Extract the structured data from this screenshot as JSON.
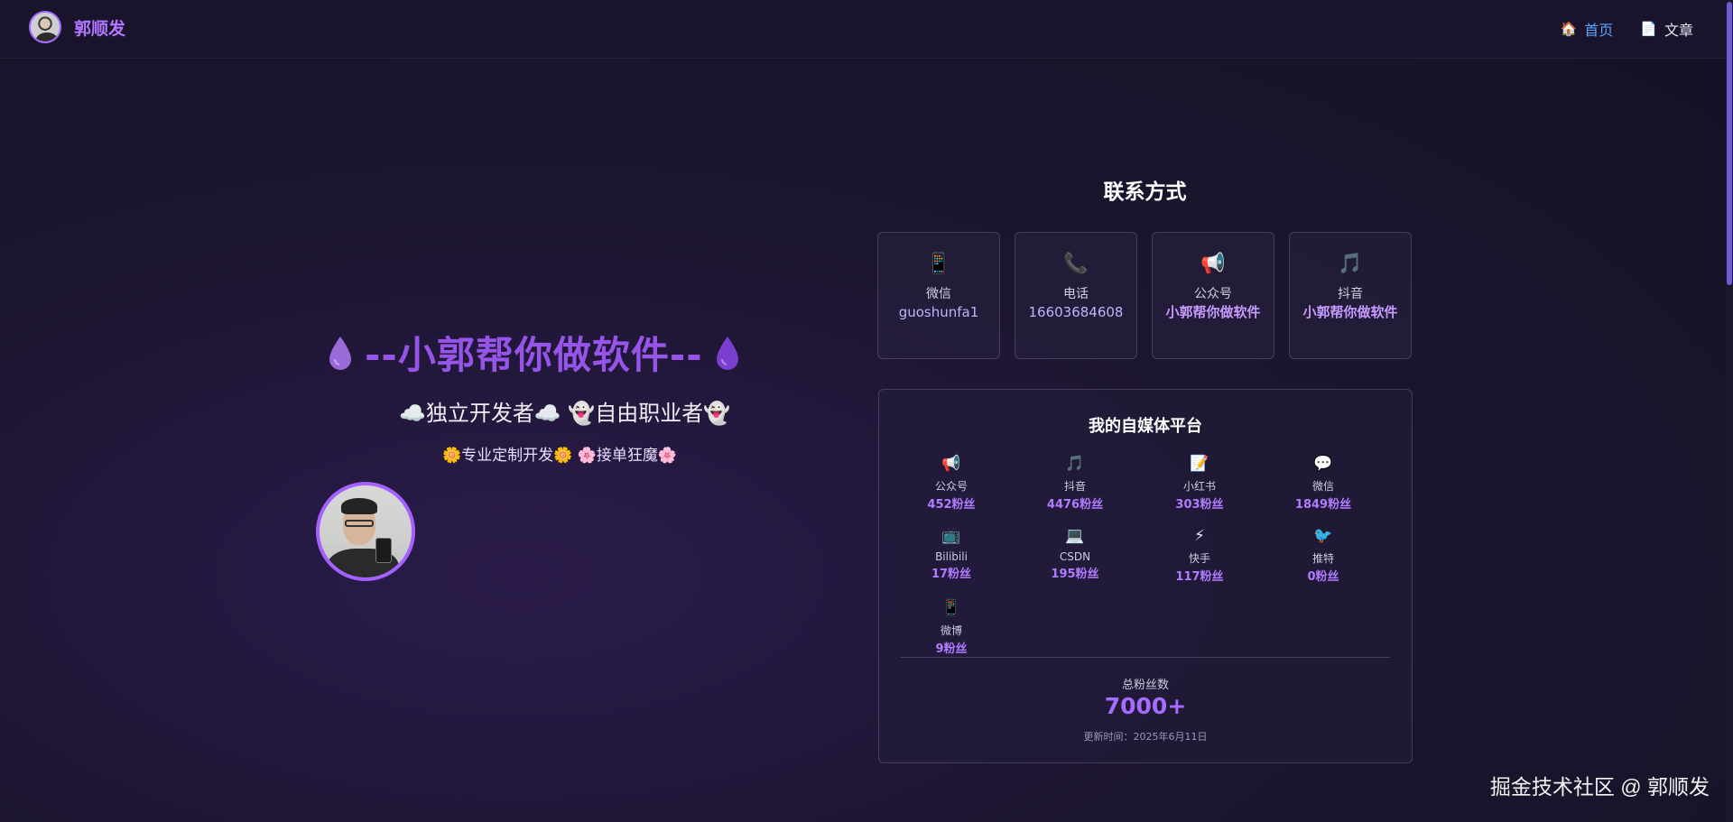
{
  "header": {
    "brand_name": "郭顺发",
    "nav": [
      {
        "icon": "🏠",
        "label": "首页",
        "active": true
      },
      {
        "icon": "📄",
        "label": "文章",
        "active": false
      }
    ]
  },
  "hero": {
    "title": "--小郭帮你做软件--",
    "subtitle": "☁️独立开发者☁️ 👻自由职业者👻",
    "tags": "🌼专业定制开发🌼 🌸接单狂魔🌸"
  },
  "contact": {
    "title": "联系方式",
    "cards": [
      {
        "icon": "📱",
        "label": "微信",
        "value": "guoshunfa1"
      },
      {
        "icon": "📞",
        "label": "电话",
        "value": "16603684608"
      },
      {
        "icon": "📢",
        "label": "公众号",
        "value": "小郭帮你做软件"
      },
      {
        "icon": "🎵",
        "label": "抖音",
        "value": "小郭帮你做软件"
      }
    ]
  },
  "media": {
    "title": "我的自媒体平台",
    "platforms": [
      {
        "icon": "📢",
        "name": "公众号",
        "fans": "452粉丝"
      },
      {
        "icon": "🎵",
        "name": "抖音",
        "fans": "4476粉丝"
      },
      {
        "icon": "📝",
        "name": "小红书",
        "fans": "303粉丝"
      },
      {
        "icon": "💬",
        "name": "微信",
        "fans": "1849粉丝"
      },
      {
        "icon": "📺",
        "name": "Bilibili",
        "fans": "17粉丝"
      },
      {
        "icon": "💻",
        "name": "CSDN",
        "fans": "195粉丝"
      },
      {
        "icon": "⚡",
        "name": "快手",
        "fans": "117粉丝"
      },
      {
        "icon": "🐦",
        "name": "推特",
        "fans": "0粉丝"
      },
      {
        "icon": "📱",
        "name": "微博",
        "fans": "9粉丝"
      }
    ],
    "total_label": "总粉丝数",
    "total_value": "7000+",
    "update_time": "更新时间：2025年6月11日"
  },
  "watermark": "掘金技术社区 @ 郭顺发",
  "colors": {
    "accent": "#a26bff",
    "nav_active": "#5aa6ff",
    "title_purple": "#9655e8"
  }
}
